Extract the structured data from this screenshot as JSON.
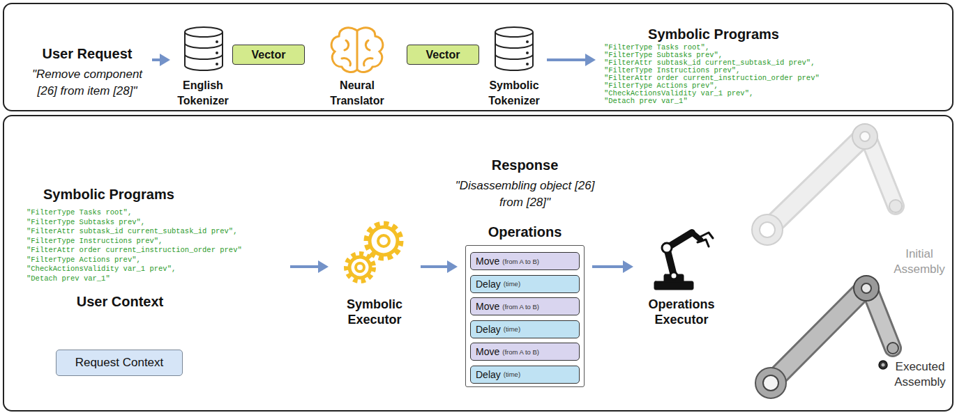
{
  "diagram": {
    "nodes": [
      {
        "text": [
          "User Request",
          "\"Remove component [26] from item [28]\""
        ]
      },
      {
        "text": [
          "English Tokenizer"
        ]
      },
      {
        "text": [
          "Vector"
        ]
      },
      {
        "text": [
          "Neural Translator"
        ]
      },
      {
        "text": [
          "Vector"
        ]
      },
      {
        "text": [
          "Symbolic Tokenizer"
        ]
      },
      {
        "text": [
          "Symbolic Programs",
          "\"FilterType Tasks root\",",
          "\"FilterType Subtasks prev\",",
          "\"FilterAttr subtask_id current_subtask_id prev\",",
          "\"FilterType Instructions prev\",",
          "\"FilterAttr order current_instruction_order prev\"",
          "\"FilterType Actions prev\",",
          "\"CheckActionsValidity var_1 prev\",",
          "\"Detach prev var_1\""
        ]
      },
      {
        "text": [
          "Symbolic Programs",
          "\"FilterType Tasks root\",",
          "\"FilterType Subtasks prev\",",
          "\"FilterAttr subtask_id current_subtask_id prev\",",
          "\"FilterType Instructions prev\",",
          "\"FilterAttr order current_instruction_order prev\"",
          "\"FilterType Actions prev\",",
          "\"CheckActionsValidity var_1 prev\",",
          "\"Detach prev var_1\""
        ]
      },
      {
        "text": [
          "User Context"
        ]
      },
      {
        "text": [
          "Request Context"
        ],
        "in": 8
      },
      {
        "text": [
          "Symbolic Executor"
        ]
      },
      {
        "text": [
          "Response",
          "\"Disassembling object [26] from [28]\""
        ]
      },
      {
        "text": [
          "Operations"
        ]
      },
      {
        "text": [
          "Move",
          "(from A to B)"
        ],
        "in": 12
      },
      {
        "text": [
          "Delay",
          "(time)"
        ],
        "in": 12
      },
      {
        "text": [
          "Move",
          "(from A to B)"
        ],
        "in": 12
      },
      {
        "text": [
          "Delay",
          "(time)"
        ],
        "in": 12
      },
      {
        "text": [
          "Move",
          "(from A to B)"
        ],
        "in": 12
      },
      {
        "text": [
          "Delay",
          "(time)"
        ],
        "in": 12
      },
      {
        "text": [
          "Operations Executor"
        ]
      }
    ],
    "edges": [
      {
        "from": 0,
        "to": 1,
        "arrow": "to"
      },
      {
        "from": 5,
        "to": 6,
        "arrow": "to"
      },
      {
        "from": 7,
        "to": 10,
        "arrow": "to"
      },
      {
        "from": 10,
        "to": 12,
        "arrow": "to"
      },
      {
        "from": 12,
        "to": 19,
        "arrow": "to"
      }
    ],
    "labels": [
      "Initial Assembly",
      "Executed Assembly"
    ]
  }
}
